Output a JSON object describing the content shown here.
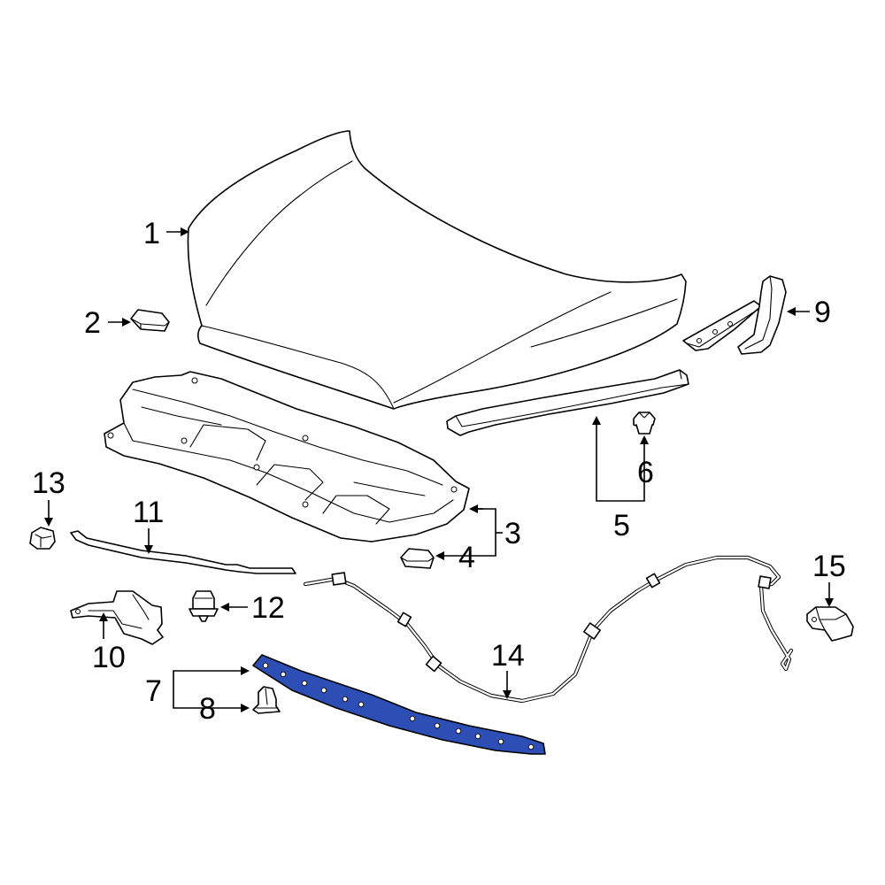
{
  "diagram": {
    "highlight_color": "#2d4fb5",
    "callouts": [
      {
        "id": "c1",
        "label": "1"
      },
      {
        "id": "c2",
        "label": "2"
      },
      {
        "id": "c3",
        "label": "3"
      },
      {
        "id": "c4",
        "label": "4"
      },
      {
        "id": "c5",
        "label": "5"
      },
      {
        "id": "c6",
        "label": "6"
      },
      {
        "id": "c7",
        "label": "7"
      },
      {
        "id": "c8",
        "label": "8"
      },
      {
        "id": "c9",
        "label": "9"
      },
      {
        "id": "c10",
        "label": "10"
      },
      {
        "id": "c11",
        "label": "11"
      },
      {
        "id": "c12",
        "label": "12"
      },
      {
        "id": "c13",
        "label": "13"
      },
      {
        "id": "c14",
        "label": "14"
      },
      {
        "id": "c15",
        "label": "15"
      }
    ]
  }
}
